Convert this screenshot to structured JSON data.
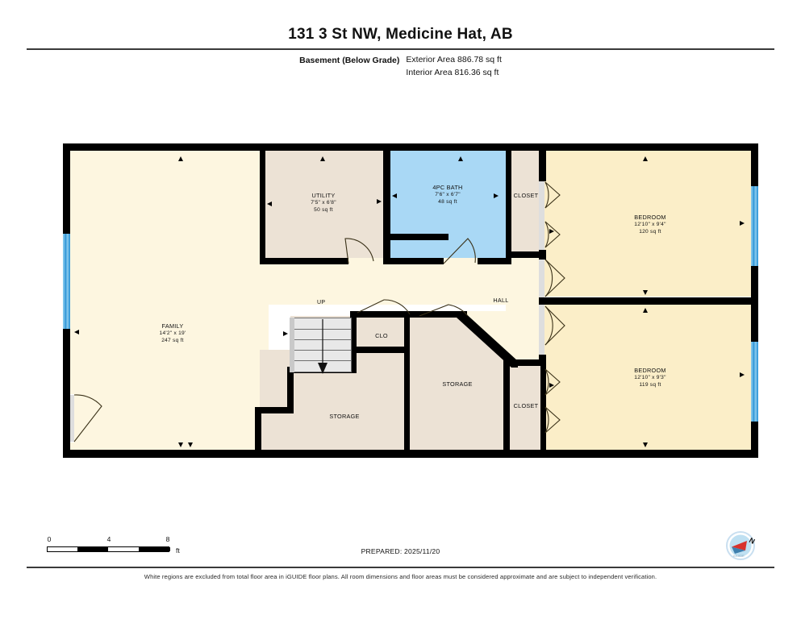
{
  "header": {
    "title": "131 3 St NW, Medicine Hat, AB",
    "level": "Basement (Below Grade)",
    "exterior_area": "Exterior Area 886.78 sq ft",
    "interior_area": "Interior Area 816.36 sq ft"
  },
  "rooms": [
    {
      "key": "family",
      "name": "FAMILY",
      "dim": "14'2\" x 19'",
      "sqft": "247 sq ft"
    },
    {
      "key": "utility",
      "name": "UTILITY",
      "dim": "7'5\" x 6'8\"",
      "sqft": "50 sq ft"
    },
    {
      "key": "bath",
      "name": "4PC BATH",
      "dim": "7'6\" x 6'7\"",
      "sqft": "48 sq ft"
    },
    {
      "key": "bedroom1",
      "name": "BEDROOM",
      "dim": "12'10\" x 9'4\"",
      "sqft": "120 sq ft"
    },
    {
      "key": "bedroom2",
      "name": "BEDROOM",
      "dim": "12'10\" x 9'3\"",
      "sqft": "119 sq ft"
    },
    {
      "key": "closet_top",
      "name": "CLOSET",
      "dim": "",
      "sqft": ""
    },
    {
      "key": "closet_mid",
      "name": "CLOSET",
      "dim": "",
      "sqft": ""
    },
    {
      "key": "hall",
      "name": "HALL",
      "dim": "",
      "sqft": ""
    },
    {
      "key": "clo",
      "name": "CLO",
      "dim": "",
      "sqft": ""
    },
    {
      "key": "storage_low",
      "name": "STORAGE",
      "dim": "",
      "sqft": ""
    },
    {
      "key": "storage_mid",
      "name": "STORAGE",
      "dim": "",
      "sqft": ""
    }
  ],
  "stairs": {
    "label": "UP"
  },
  "scale": {
    "ticks": [
      "0",
      "4",
      "8"
    ],
    "unit": "ft"
  },
  "footer": {
    "prepared": "PREPARED: 2025/11/20",
    "disclaimer": "White regions are excluded from total floor area in iGUIDE floor plans. All room dimensions and floor areas must be considered approximate and are subject to independent verification."
  },
  "compass": {
    "north_label": "N"
  },
  "colors": {
    "wall": "#000000",
    "cream": "#fdf6e0",
    "tan": "#ece2d5",
    "bath_blue": "#a9d8f5",
    "bedroom_yellow": "#fbeec8",
    "window_blue": "#4aa8e0"
  }
}
